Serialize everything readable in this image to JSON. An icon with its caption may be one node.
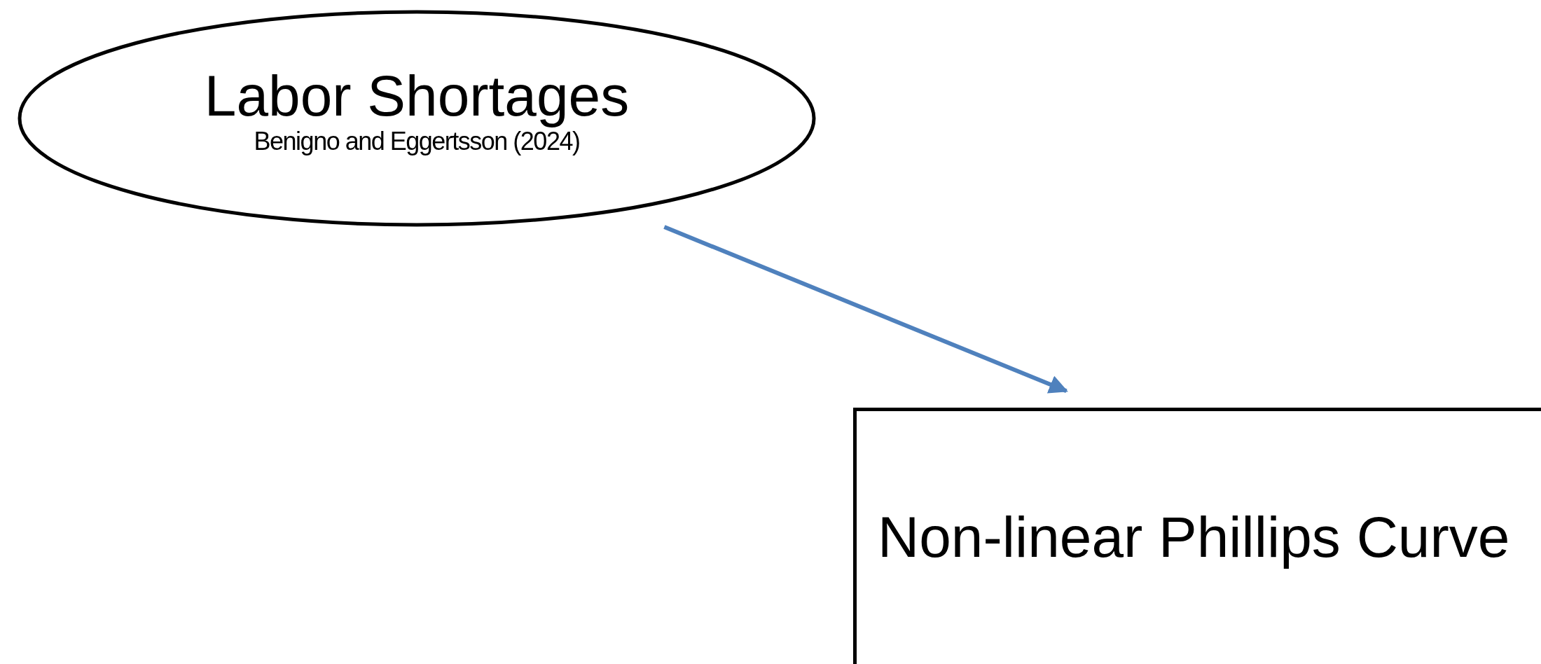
{
  "diagram": {
    "nodes": [
      {
        "text": [
          "Labor Shortages",
          "Benigno and Eggertsson (2024)"
        ]
      },
      {
        "text": [
          "Non-linear Phillips Curve"
        ]
      }
    ],
    "edges": [
      {
        "from": 0,
        "to": 1,
        "arrow": "to",
        "color": "#4f81bd"
      }
    ]
  }
}
